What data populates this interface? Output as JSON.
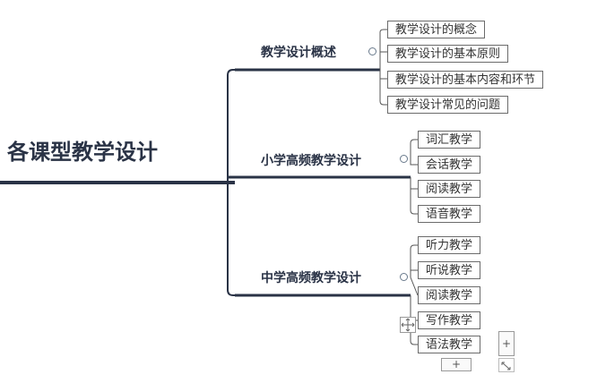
{
  "root": {
    "label": "各课型教学设计"
  },
  "branches": [
    {
      "label": "教学设计概述",
      "children": [
        "教学设计的概念",
        "教学设计的基本原则",
        "教学设计的基本内容和环节",
        "教学设计常见的问题"
      ]
    },
    {
      "label": "小学高频教学设计",
      "children": [
        "词汇教学",
        "会话教学",
        "阅读教学",
        "语音教学"
      ]
    },
    {
      "label": "中学高频教学设计",
      "children": [
        "听力教学",
        "听说教学",
        "阅读教学",
        "写作教学",
        "语法教学"
      ]
    }
  ],
  "controls": {
    "add_sibling": "+",
    "add_below": "+"
  },
  "colors": {
    "line": "#2a3346",
    "connector": "#555555",
    "leaf_border": "#6b6b6b"
  }
}
